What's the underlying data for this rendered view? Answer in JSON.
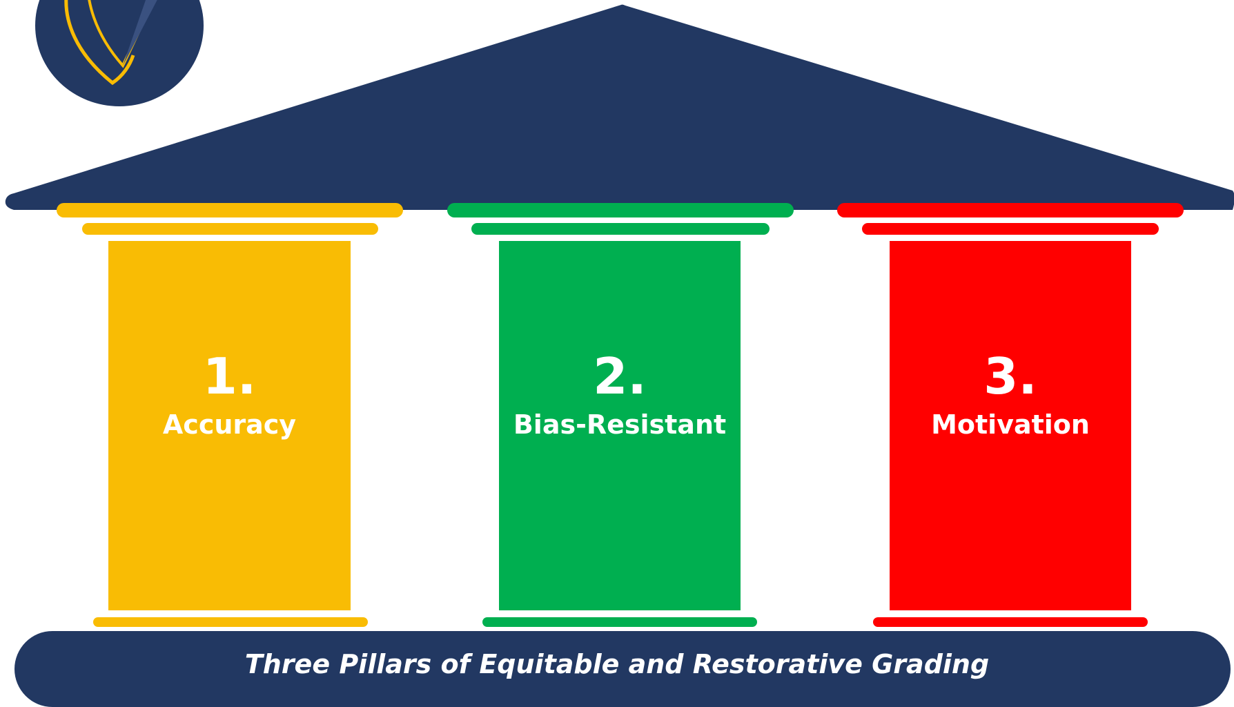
{
  "colors": {
    "navy": "#223862",
    "gold": "#F9BC04",
    "green": "#00AF50",
    "red": "#FF0000",
    "white": "#FFFFFF"
  },
  "logo": {
    "icon": "shield-crest-icon"
  },
  "pillars": [
    {
      "number": "1.",
      "label": "Accuracy",
      "color": "#F9BC04"
    },
    {
      "number": "2.",
      "label": "Bias-Resistant",
      "color": "#00AF50"
    },
    {
      "number": "3.",
      "label": "Motivation",
      "color": "#FF0000"
    }
  ],
  "foundation": {
    "caption": "Three Pillars of Equitable and Restorative Grading"
  }
}
